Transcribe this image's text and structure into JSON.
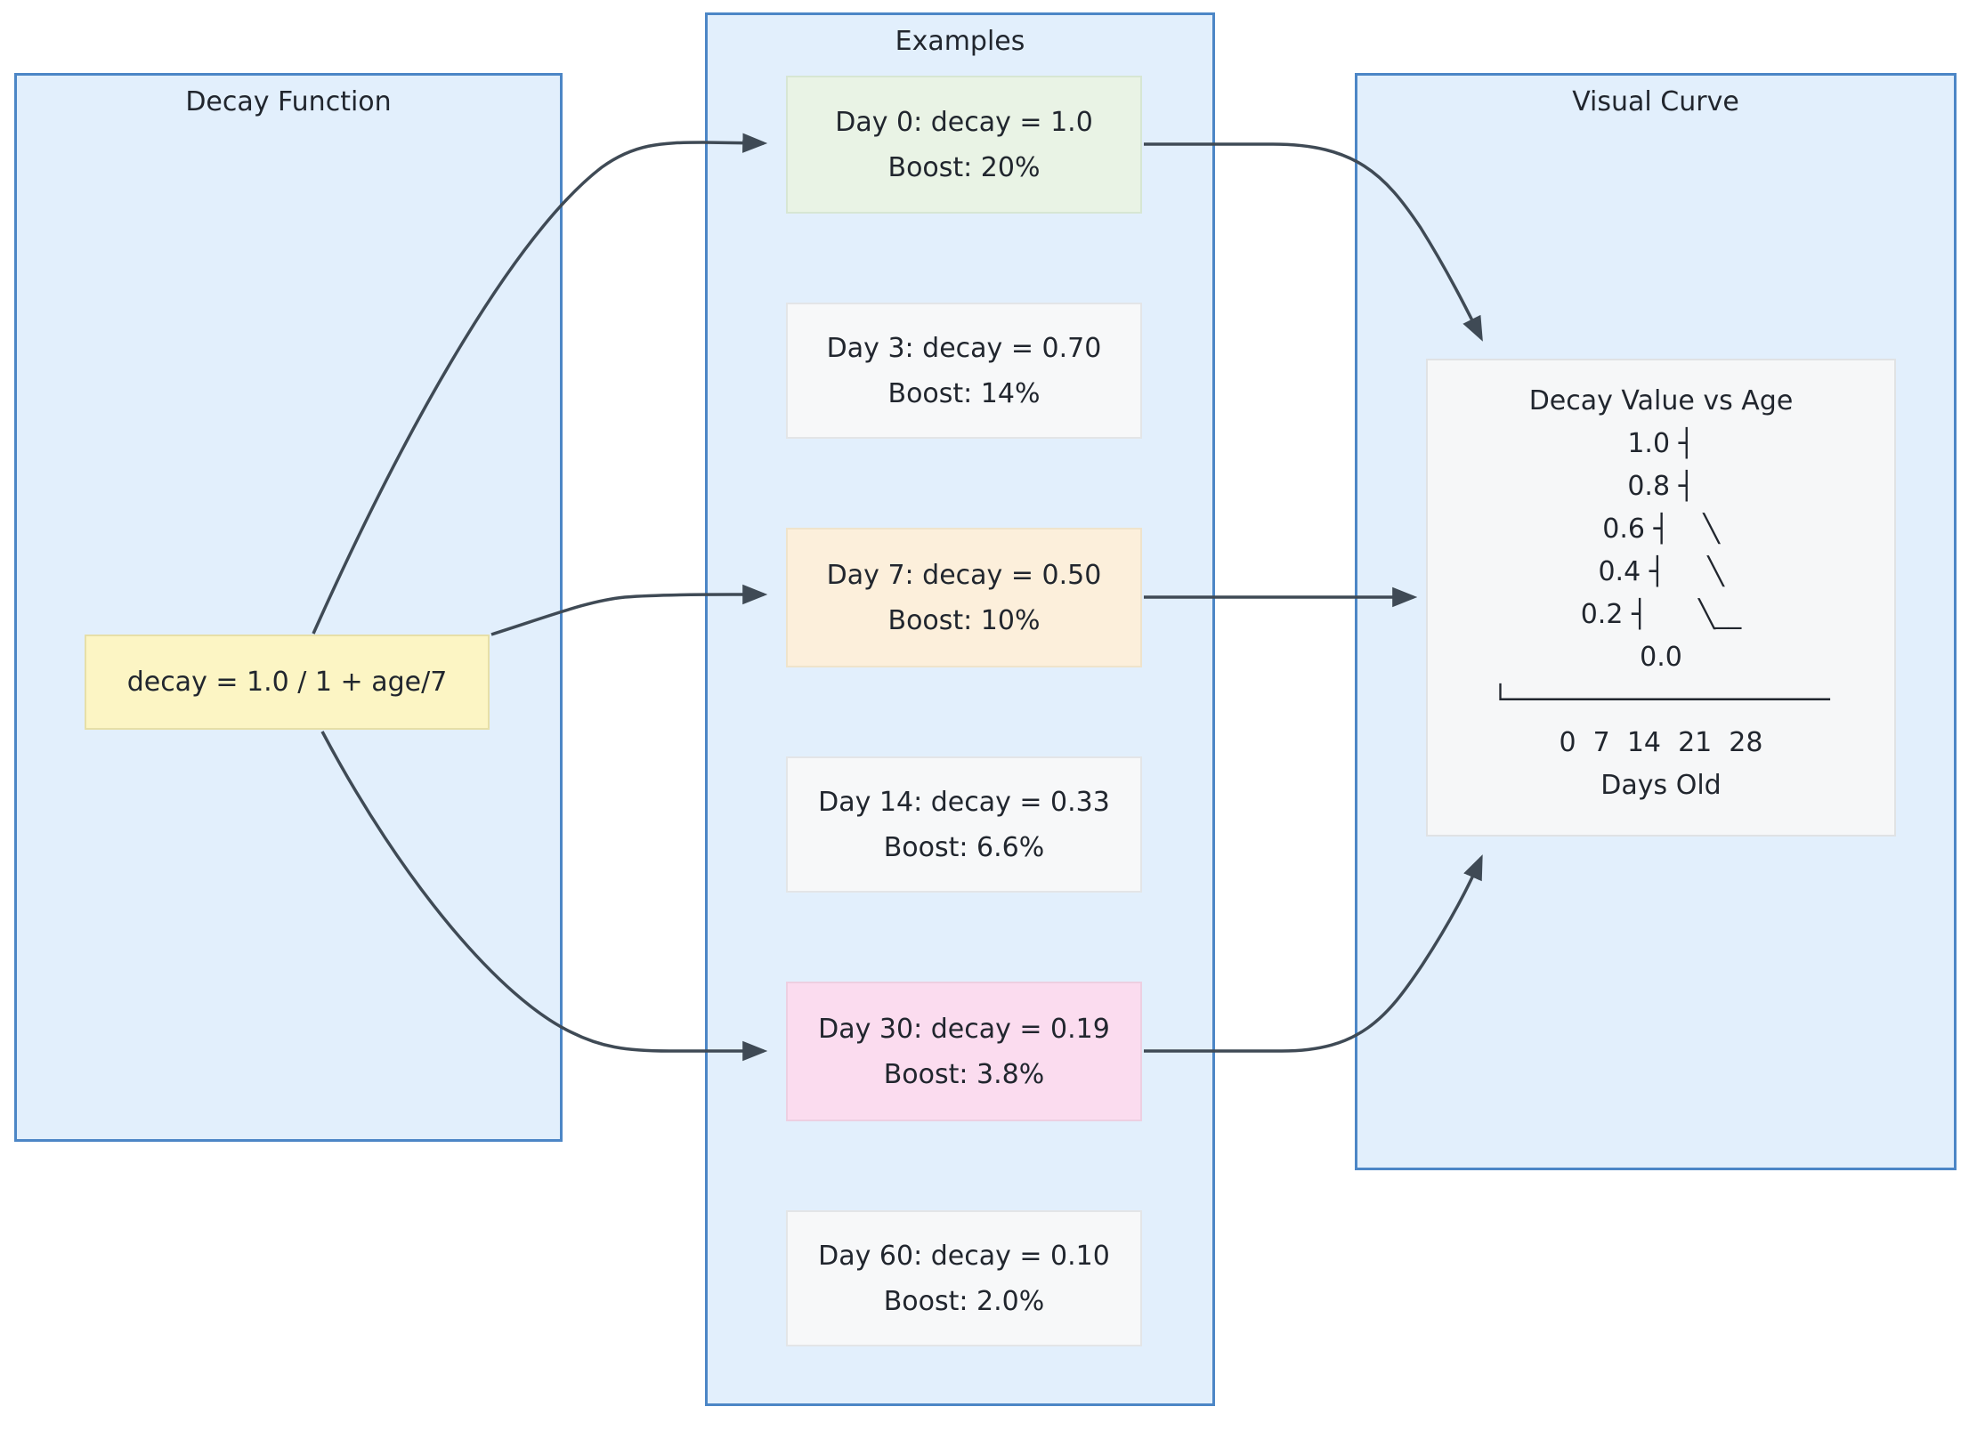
{
  "diagram": {
    "containers": {
      "decay_function": {
        "title": "Decay Function"
      },
      "examples": {
        "title": "Examples"
      },
      "visual_curve": {
        "title": "Visual Curve"
      }
    },
    "formula_node": {
      "label": "decay = 1.0 / 1 + age/7"
    },
    "example_nodes": [
      {
        "line1": "Day 0: decay = 1.0",
        "line2": "Boost: 20%",
        "tone": "green"
      },
      {
        "line1": "Day 3: decay = 0.70",
        "line2": "Boost: 14%",
        "tone": "gray"
      },
      {
        "line1": "Day 7: decay = 0.50",
        "line2": "Boost: 10%",
        "tone": "orange"
      },
      {
        "line1": "Day 14: decay = 0.33",
        "line2": "Boost: 6.6%",
        "tone": "gray"
      },
      {
        "line1": "Day 30: decay = 0.19",
        "line2": "Boost: 3.8%",
        "tone": "pink"
      },
      {
        "line1": "Day 60: decay = 0.10",
        "line2": "Boost: 2.0%",
        "tone": "gray"
      }
    ],
    "ascii_chart": {
      "title": "Decay Value vs Age",
      "lines": [
        "1.0 ┤",
        "0.8 ┤",
        "0.6 ┤    ╲",
        "0.4 ┤     ╲",
        "0.2 ┤      ╲__",
        "0.0",
        "└────────────────────",
        "0  7  14  21  28",
        "Days Old"
      ],
      "y_ticks": [
        "1.0",
        "0.8",
        "0.6",
        "0.4",
        "0.2",
        "0.0"
      ],
      "x_ticks": [
        "0",
        "7",
        "14",
        "21",
        "28"
      ],
      "x_label": "Days Old"
    },
    "colors": {
      "panel_fill": "#E2EFFC",
      "panel_border": "#4C86C6",
      "formula_fill": "#FCF5C4",
      "green_fill": "#E9F3E5",
      "neutral_fill": "#F7F8F9",
      "orange_fill": "#FCEFDB",
      "pink_fill": "#FBDCEF",
      "chart_fill": "#F6F7F8",
      "edge": "#3F4A55",
      "text": "#21262E"
    }
  }
}
